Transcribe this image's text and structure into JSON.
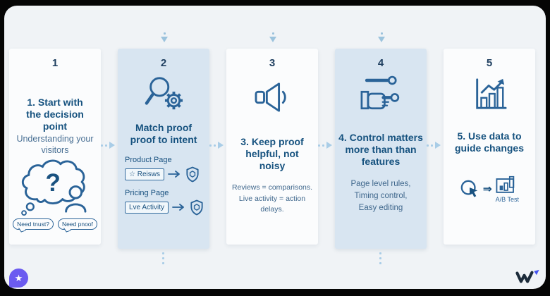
{
  "colors": {
    "panel_bg": "#f0f3f6",
    "light_column": "#fbfcfd",
    "blue_column": "#d8e5f1",
    "title_navy": "#16527f",
    "icon_stroke": "#2a6398",
    "arrow_blue": "#a9cde7",
    "badge_purple": "#6b5bf0",
    "logo_dark": "#1c2b3a",
    "logo_accent": "#4353f0"
  },
  "steps": [
    {
      "number": "1",
      "title": "1. Start with the decision point",
      "subtitle": "Understanding your visitors",
      "icon": "thought-bubble-question-person",
      "icon_glyph": "?",
      "speech_bubbles": [
        "Need tnust?",
        "Need pnoof"
      ]
    },
    {
      "number": "2",
      "title": "Match proof proof to intent",
      "icon": "magnifier-gear",
      "rows": [
        {
          "label": "Product Page",
          "chip": "☆ Reisws",
          "target_icon": "shield"
        },
        {
          "label": "Pricing Page",
          "chip": "Lve Activity",
          "target_icon": "shield"
        }
      ]
    },
    {
      "number": "3",
      "title": "3. Keep proof helpful, not noisy",
      "icon": "speaker",
      "body": [
        "Reviews = comparisons.",
        "Live activity = action delays."
      ]
    },
    {
      "number": "4",
      "title": "4. Control matters more than than features",
      "icon": "hand-slider",
      "body": [
        "Page level rules,",
        "Timing control,",
        "Easy editing"
      ]
    },
    {
      "number": "5",
      "title": "5. Use data to guide changes",
      "icon": "growth-chart",
      "footer": {
        "left_icon": "cursor-click",
        "arrow": "⇒",
        "right_icon": "ab-test-chart",
        "caption": "A/B Test"
      }
    }
  ],
  "watermark": {
    "badge_icon": "star",
    "badge_glyph": "★",
    "logo": "w-mark"
  }
}
